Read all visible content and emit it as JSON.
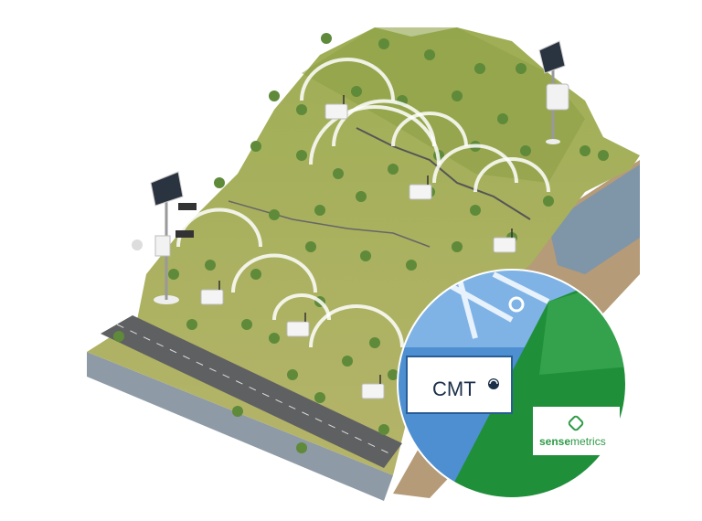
{
  "logos": {
    "cmt": "CMT",
    "sense": "sense",
    "metrics": "metrics"
  },
  "colors": {
    "terrain": "#a9b35c",
    "grass": "#8fa64a",
    "cliff": "#8e9aa5",
    "soil": "#b59b78",
    "road": "#5f5f5f",
    "cmt_blue": "#1f5fa8",
    "sense_green": "#1f8f3a"
  }
}
